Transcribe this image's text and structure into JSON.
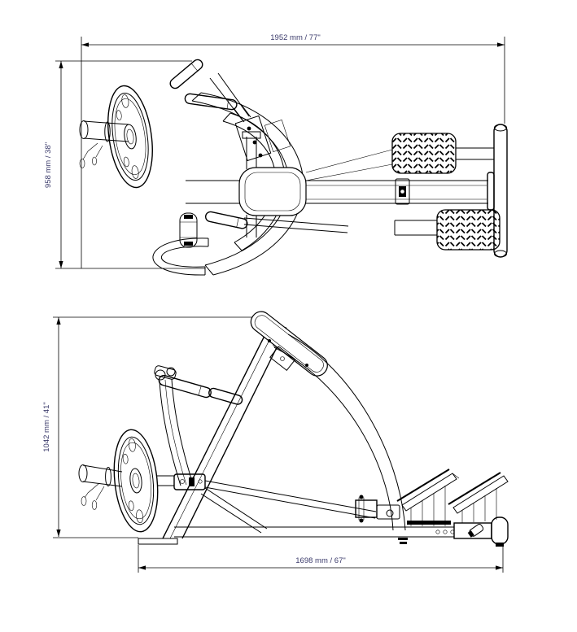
{
  "dimensions": {
    "overall_length_top": {
      "label": "1952 mm / 77\""
    },
    "overall_width_top": {
      "label": "958 mm / 38\""
    },
    "overall_height_side": {
      "label": "1042 mm / 41\""
    },
    "base_length_side": {
      "label": "1698 mm / 67\""
    }
  },
  "colors": {
    "background": "#ffffff",
    "line": "#000000",
    "dimension_text": "#3b3b6b"
  }
}
